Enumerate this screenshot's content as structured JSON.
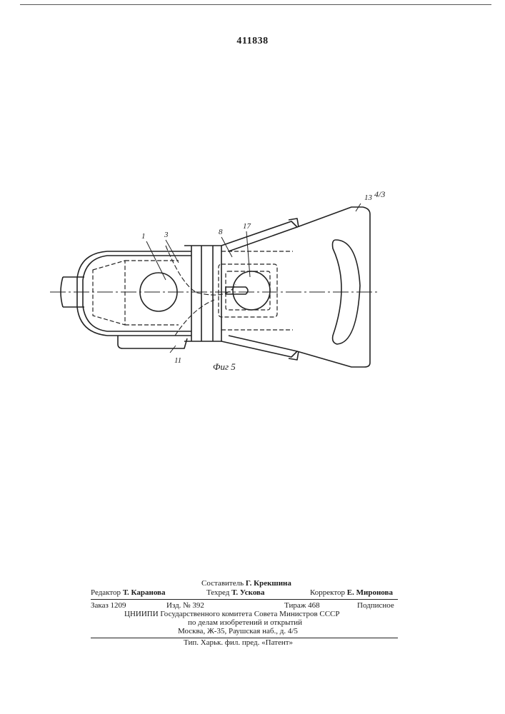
{
  "patent_number": "411838",
  "figure_caption": "Фиг 5",
  "part_labels": [
    "1",
    "3",
    "8",
    "17",
    "13",
    "4/3",
    "11"
  ],
  "imprint": {
    "compiler_label": "Составитель",
    "compiler_name": "Г. Крекшина",
    "editor_label": "Редактор",
    "editor_name": "Т. Каранова",
    "techred_label": "Техред",
    "techred_name": "Т. Ускова",
    "corrector_label": "Корректор",
    "corrector_name": "Е. Миронова",
    "order": "Заказ 1209",
    "issue": "Изд. № 392",
    "circulation": "Тираж 468",
    "subscription": "Подписное",
    "org_line1": "ЦНИИПИ Государственного комитета Совета Министров СССР",
    "org_line2": "по делам изобретений и открытий",
    "org_line3": "Москва, Ж-35, Раушская наб., д. 4/5",
    "printer": "Тип. Харьк. фил. пред. «Патент»"
  }
}
